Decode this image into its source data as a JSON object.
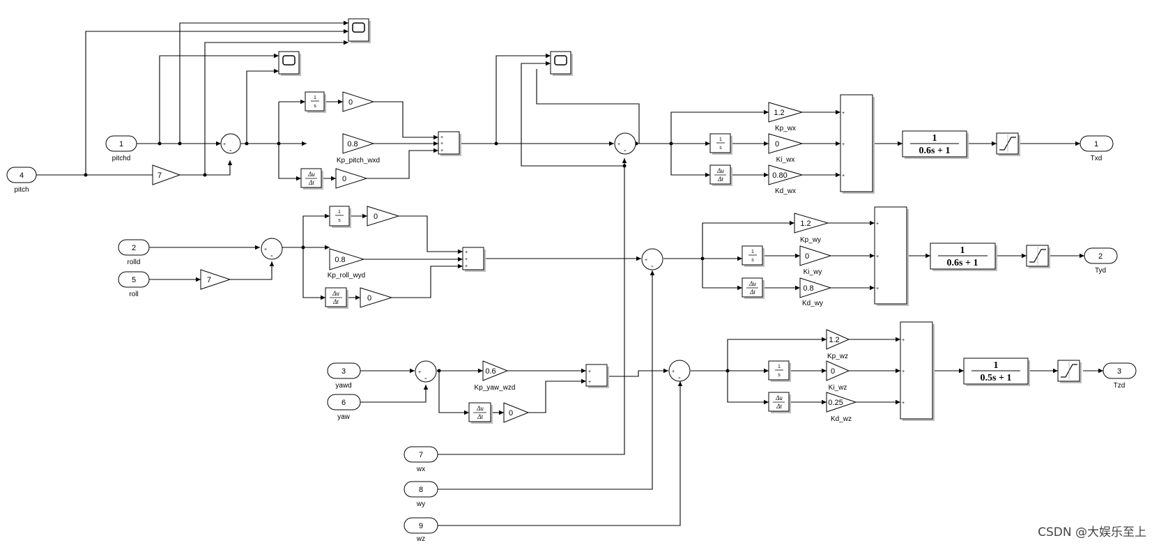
{
  "inports": [
    {
      "id": "pitch",
      "num": "4",
      "name": "pitch"
    },
    {
      "id": "pitchd",
      "num": "1",
      "name": "pitchd"
    },
    {
      "id": "rolld",
      "num": "2",
      "name": "rolld"
    },
    {
      "id": "roll",
      "num": "5",
      "name": "roll"
    },
    {
      "id": "yawd",
      "num": "3",
      "name": "yawd"
    },
    {
      "id": "yaw",
      "num": "6",
      "name": "yaw"
    },
    {
      "id": "wx",
      "num": "7",
      "name": "wx"
    },
    {
      "id": "wy",
      "num": "8",
      "name": "wy"
    },
    {
      "id": "wz",
      "num": "9",
      "name": "wz"
    }
  ],
  "outports": [
    {
      "id": "txd",
      "num": "1",
      "name": "Txd"
    },
    {
      "id": "tyd",
      "num": "2",
      "name": "Tyd"
    },
    {
      "id": "tzd",
      "num": "3",
      "name": "Tzd"
    }
  ],
  "gains": {
    "pitch_scale": "7",
    "pitch_i": "0",
    "pitch_p": "0.8",
    "pitch_d": "0",
    "roll_scale": "7",
    "roll_i": "0",
    "roll_p": "0.8",
    "roll_d": "0",
    "yaw_p": "0.6",
    "yaw_d": "0",
    "kp_wx": "1.2",
    "ki_wx": "0",
    "kd_wx": "0.80",
    "kp_wy": "1.2",
    "ki_wy": "0",
    "kd_wy": "0.8",
    "kp_wz": "1.2",
    "ki_wz": "0",
    "kd_wz": "0.25"
  },
  "gain_names": {
    "pitch_p": "Kp_pitch_wxd",
    "roll_p": "Kp_roll_wyd",
    "yaw_p": "Kp_yaw_wzd",
    "kp_wx": "Kp_wx",
    "ki_wx": "Ki_wx",
    "kd_wx": "Kd_wx",
    "kp_wy": "Kp_wy",
    "ki_wy": "Ki_wy",
    "kd_wy": "Kd_wy",
    "kp_wz": "Kp_wz",
    "ki_wz": "Ki_wz",
    "kd_wz": "Kd_wz"
  },
  "integrator": {
    "num": "1",
    "den": "s"
  },
  "derivative": {
    "num": "Δu",
    "den": "Δt"
  },
  "transfer_functions": {
    "x": {
      "num": "1",
      "den": "0.6s + 1"
    },
    "y": {
      "num": "1",
      "den": "0.6s + 1"
    },
    "z": {
      "num": "1",
      "den": "0.5s + 1"
    }
  },
  "signs": {
    "plus": "+",
    "minus": "-"
  },
  "watermark": "CSDN @大娱乐至上"
}
